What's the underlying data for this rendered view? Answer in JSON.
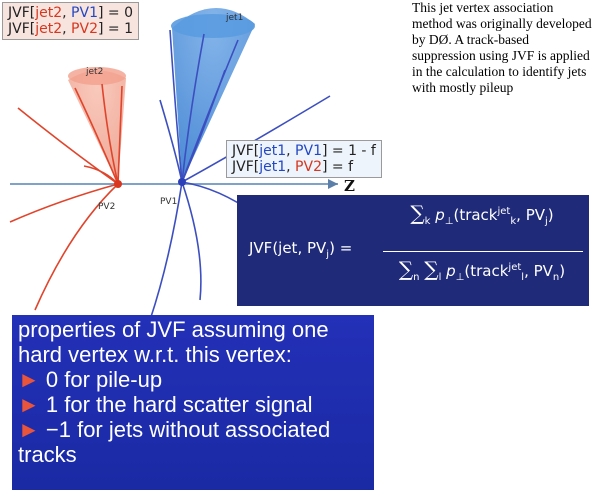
{
  "box_top_left": {
    "line1": {
      "prefix": "JVF[",
      "jet": "jet2",
      "sep": ", ",
      "vertex": "PV1",
      "suffix": "] = 0"
    },
    "line2": {
      "prefix": "JVF[",
      "jet": "jet2",
      "sep": ", ",
      "vertex": "PV2",
      "suffix": "] = 1"
    }
  },
  "box_right": {
    "line1": {
      "prefix": "JVF[",
      "jet": "jet1",
      "sep": ", ",
      "vertex": "PV1",
      "suffix": "] = 1 - f"
    },
    "line2": {
      "prefix": "JVF[",
      "jet": "jet1",
      "sep": ", ",
      "vertex": "PV2",
      "suffix": "] = f"
    }
  },
  "labels": {
    "jet1": "jet1",
    "jet2": "jet2",
    "pv1": "PV1",
    "pv2": "PV2",
    "z_axis": "Z"
  },
  "note": "This jet vertex association method was originally developed by DØ. A track-based suppression using JVF is applied in the calculation to identify jets with mostly pileup",
  "formula": {
    "lhs": "JVF(jet, PV",
    "lhs_sub": "j",
    "lhs_close": ") =",
    "num_sum_index": "k",
    "num_term": "p",
    "num_term_sub": "⊥",
    "num_arg": "(track",
    "num_arg_sub": "k",
    "num_arg_sup": "jet",
    "num_arg_tail": ", PV",
    "num_arg_tail_sub": "j",
    "den_sum_index_1": "n",
    "den_sum_index_2": "l",
    "den_arg_sub": "l",
    "den_arg_tail_sub": "n"
  },
  "properties": {
    "heading": "properties of JVF assuming one hard vertex w.r.t. this vertex:",
    "items": [
      "0 for pile-up",
      "1 for the hard scatter signal",
      "−1 for jets without associated tracks"
    ]
  },
  "colors": {
    "pv1_blue": "#2347c4",
    "pv2_red": "#d8361e",
    "formula_bg": "#1f2a78",
    "props_bg": "#1a2aa4",
    "bullet": "#e8553a"
  }
}
